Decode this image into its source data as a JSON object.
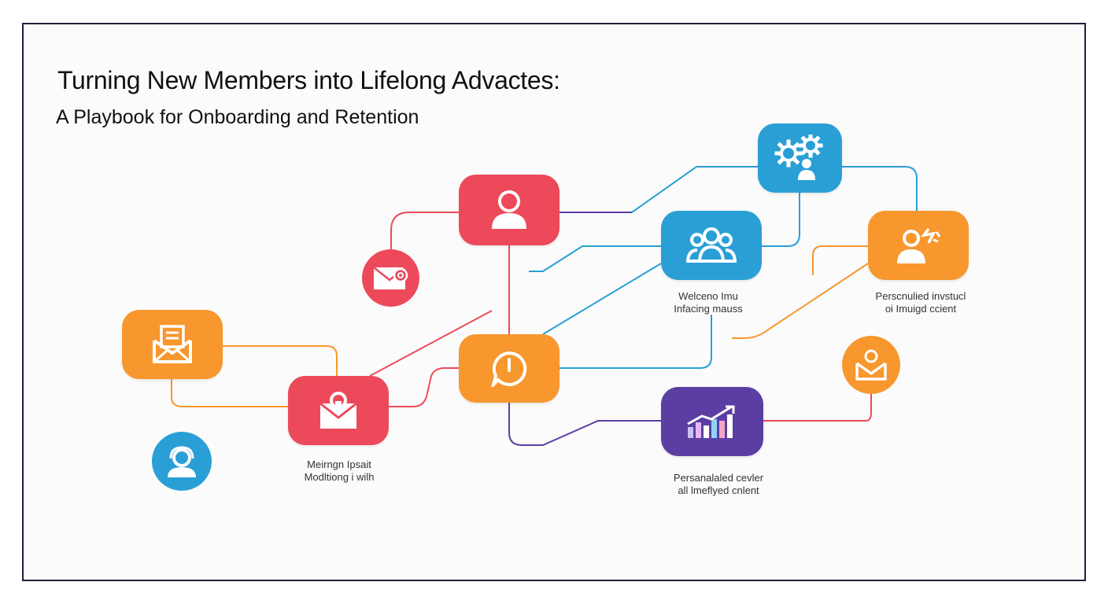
{
  "title": "Turning New Members into Lifelong Advactes:",
  "subtitle": "A Playbook for Onboarding and Retention",
  "colors": {
    "red": "#ec4a5a",
    "orange": "#f7972e",
    "blue": "#2a9fd6",
    "purple": "#5b3ea3",
    "frame": "#1f1f3a"
  },
  "nodes": [
    {
      "id": "member-profile",
      "icon": "person-icon",
      "color": "red"
    },
    {
      "id": "welcome-email",
      "icon": "email-at-icon",
      "color": "red"
    },
    {
      "id": "team-settings",
      "icon": "gears-person-icon",
      "color": "blue"
    },
    {
      "id": "community-group",
      "icon": "group-icon",
      "color": "blue"
    },
    {
      "id": "personalized-support",
      "icon": "person-lightning-icon",
      "color": "orange"
    },
    {
      "id": "welcome-letter",
      "icon": "envelope-letter-icon",
      "color": "orange"
    },
    {
      "id": "meeting-invite",
      "icon": "envelope-lock-icon",
      "color": "red"
    },
    {
      "id": "check-in-timer",
      "icon": "clock-chat-icon",
      "color": "orange"
    },
    {
      "id": "progress-analytics",
      "icon": "chart-growth-icon",
      "color": "purple"
    },
    {
      "id": "mentor-contact",
      "icon": "headset-person-icon",
      "color": "blue"
    },
    {
      "id": "reward-mail",
      "icon": "envelope-person-icon",
      "color": "orange"
    }
  ],
  "labels": {
    "welcome": [
      "Welceno Imu",
      "Infacing mauss"
    ],
    "personalized_top": [
      "Perscnulied invstucl",
      "oi Imuigd ccient"
    ],
    "meeting": [
      "Meirngn Ipsait",
      "Modltiong i wilh"
    ],
    "personalized_bottom": [
      "Persanalaled cevler",
      "all lmeflyed cnlent"
    ]
  }
}
